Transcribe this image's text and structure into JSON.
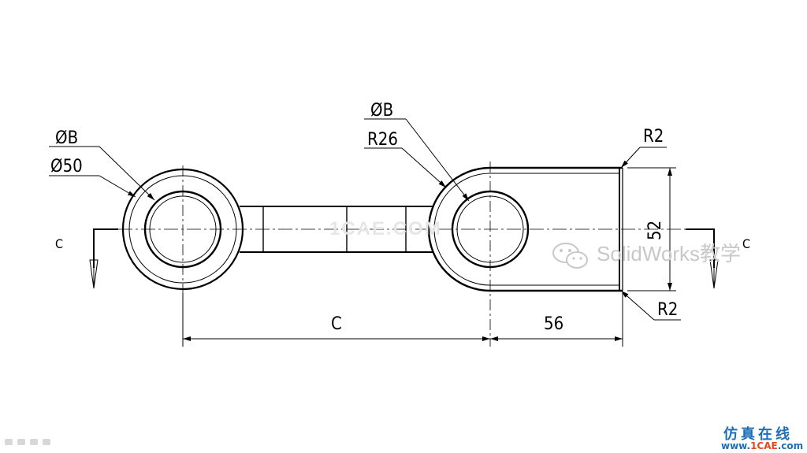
{
  "drawing": {
    "left_hole": {
      "label_dia_b": "ØB",
      "label_dia_outer": "Ø50"
    },
    "right_hole": {
      "label_dia_b": "ØB",
      "label_radius": "R26"
    },
    "block": {
      "corner_top": "R2",
      "corner_bottom": "R2",
      "height": "52"
    },
    "dims": {
      "center_distance": "C",
      "block_length": "56"
    },
    "section": {
      "left": "C",
      "right": "C"
    },
    "center_text_watermark": "1CAE.COM"
  },
  "watermark": {
    "brand": "SolidWorks教学",
    "icon": "wechat-icon"
  },
  "site": {
    "name_cn": "仿真在线",
    "url_prefix": "www.",
    "url_accent": "1CAE",
    "url_suffix": ".com"
  }
}
